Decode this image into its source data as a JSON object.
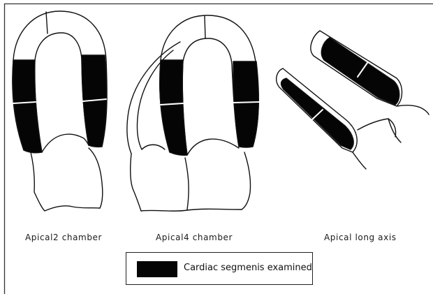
{
  "views": [
    {
      "label": "Apical2 chamber"
    },
    {
      "label": "Apical4 chamber"
    },
    {
      "label": "Apical long axis"
    }
  ],
  "legend": {
    "label": "Cardiac segmenis examined",
    "swatch_color": "#050505"
  },
  "colors": {
    "outline": "#111111",
    "segment_fill": "#050505",
    "frame_border": "#333333"
  }
}
